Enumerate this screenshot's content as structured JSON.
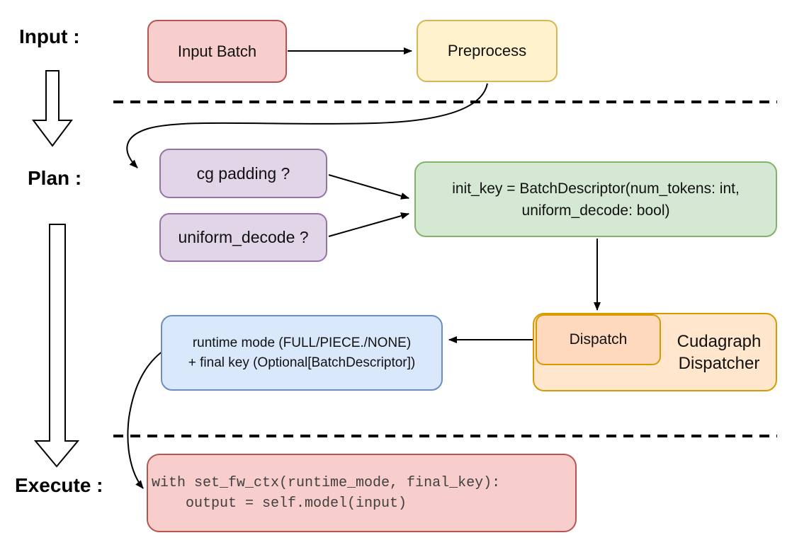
{
  "section_labels": {
    "input": "Input :",
    "plan": "Plan :",
    "execute": "Execute :"
  },
  "nodes": {
    "input_batch": {
      "label": "Input Batch",
      "fill": "#f8cecc",
      "stroke": "#b85450"
    },
    "preprocess": {
      "label": "Preprocess",
      "fill": "#fff2cc",
      "stroke": "#d6b656"
    },
    "cg_padding": {
      "label": "cg padding ?",
      "fill": "#e1d5e7",
      "stroke": "#9673a6"
    },
    "uniform_decode": {
      "label": "uniform_decode ?",
      "fill": "#e1d5e7",
      "stroke": "#9673a6"
    },
    "init_key": {
      "line1": "init_key = BatchDescriptor(num_tokens: int,",
      "line2": "uniform_decode: bool)",
      "fill": "#d5e8d4",
      "stroke": "#82b366"
    },
    "dispatch": {
      "label": "Dispatch",
      "fill": "#ffd9bd",
      "stroke": "#d79b00"
    },
    "cudagraph_dispatcher": {
      "line1": "Cudagraph",
      "line2": "Dispatcher",
      "fill": "#ffe6cc",
      "stroke": "#d79b00"
    },
    "runtime_mode": {
      "line1": "runtime mode (FULL/PIECE./NONE)",
      "line2": "+ final key (Optional[BatchDescriptor])",
      "fill": "#dae8fc",
      "stroke": "#6c8ebf"
    },
    "execute_code": {
      "line1": "with set_fw_ctx(runtime_mode, final_key):",
      "line2": "    output = self.model(input)",
      "fill": "#f8cecc",
      "stroke": "#b85450"
    }
  },
  "edges": [
    {
      "from": "input_batch",
      "to": "preprocess"
    },
    {
      "from": "preprocess",
      "to": "cg_padding"
    },
    {
      "from": "cg_padding",
      "to": "init_key"
    },
    {
      "from": "uniform_decode",
      "to": "init_key"
    },
    {
      "from": "init_key",
      "to": "dispatch"
    },
    {
      "from": "cudagraph_dispatcher",
      "to": "runtime_mode"
    },
    {
      "from": "runtime_mode",
      "to": "execute_code"
    }
  ],
  "colors": {
    "background": "#ffffff",
    "connector": "#000000",
    "divider": "#000000",
    "label_text": "#000000",
    "code_text": "#404040"
  }
}
